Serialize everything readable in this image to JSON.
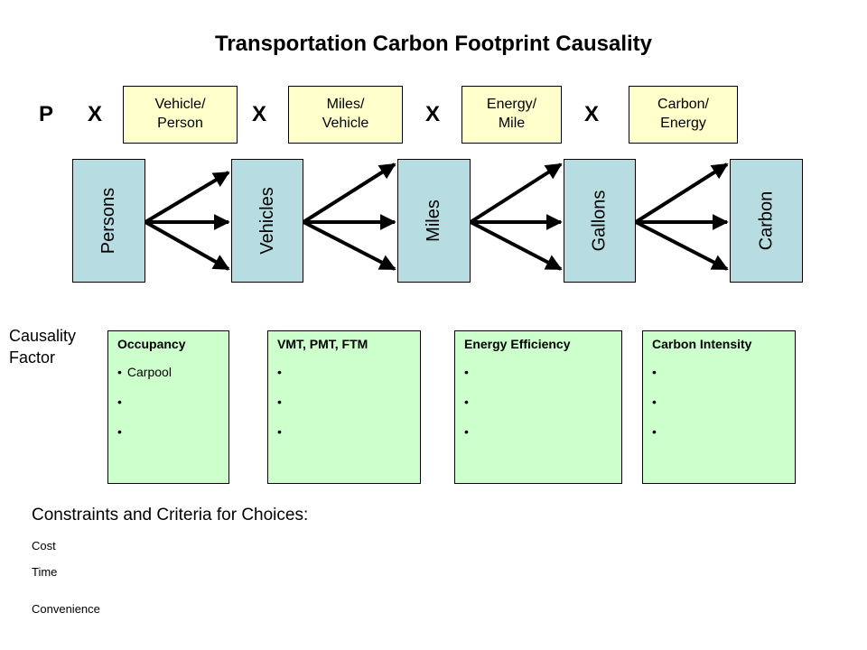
{
  "title": "Transportation Carbon Footprint Causality",
  "equation": {
    "start": "P",
    "operator": "X",
    "ratios": [
      "Vehicle/\nPerson",
      "Miles/\nVehicle",
      "Energy/\nMile",
      "Carbon/\nEnergy"
    ]
  },
  "stages": [
    "Persons",
    "Vehicles",
    "Miles",
    "Gallons",
    "Carbon"
  ],
  "causality_label": "Causality\nFactor",
  "factors": [
    {
      "heading": "Occupancy",
      "bullets": [
        "Carpool",
        "",
        ""
      ]
    },
    {
      "heading": "VMT, PMT, FTM",
      "bullets": [
        "",
        "",
        ""
      ]
    },
    {
      "heading": "Energy Efficiency",
      "bullets": [
        "",
        "",
        ""
      ]
    },
    {
      "heading": "Carbon Intensity",
      "bullets": [
        "",
        "",
        ""
      ]
    }
  ],
  "constraints": {
    "heading": "Constraints and Criteria for Choices:",
    "items": [
      "Cost",
      "Time",
      "Convenience"
    ]
  }
}
